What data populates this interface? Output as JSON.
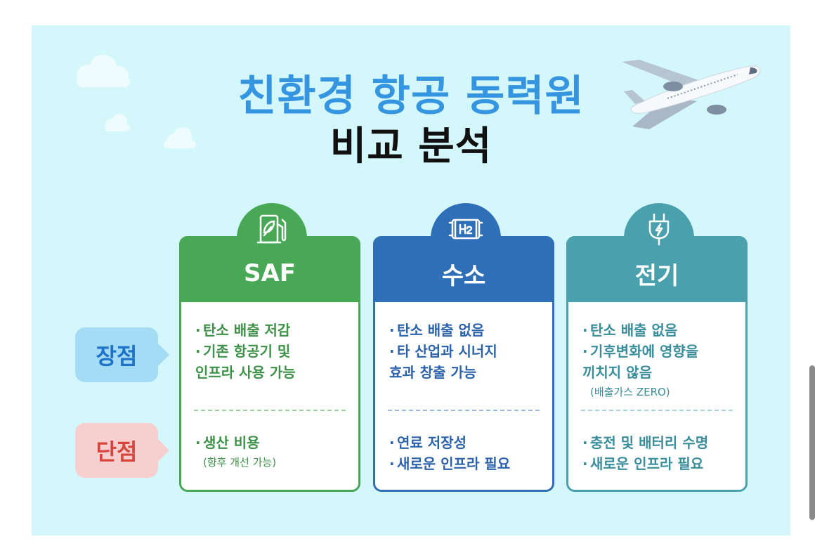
{
  "title": {
    "line1": "친환경 항공 동력원",
    "line2": "비교 분석"
  },
  "labels": {
    "pros": "장점",
    "cons": "단점"
  },
  "cards": [
    {
      "title": "SAF",
      "icon": "fuel-pump-leaf-icon",
      "color": "#48a855",
      "pros": [
        {
          "text": "탄소 배출 저감"
        },
        {
          "text": "기존 항공기 및",
          "cont": "인프라 사용 가능"
        }
      ],
      "cons": [
        {
          "text": "생산 비용",
          "note": "(향후 개선 가능)"
        }
      ]
    },
    {
      "title": "수소",
      "icon": "hydrogen-tank-icon",
      "color": "#2f6fb8",
      "pros": [
        {
          "text": "탄소 배출 없음"
        },
        {
          "text": "타 산업과 시너지",
          "cont": "효과 창출 가능"
        }
      ],
      "cons": [
        {
          "text": "연료 저장성"
        },
        {
          "text": "새로운 인프라 필요"
        }
      ]
    },
    {
      "title": "전기",
      "icon": "electric-plug-icon",
      "color": "#4aa0ad",
      "pros": [
        {
          "text": "탄소 배출 없음"
        },
        {
          "text": "기후변화에 영향을",
          "cont": "끼치지 않음",
          "note": "(배출가스 ZERO)"
        }
      ],
      "cons": [
        {
          "text": "충전 및 배터리 수명"
        },
        {
          "text": "새로운 인프라 필요"
        }
      ]
    }
  ],
  "bullet": "·",
  "colors": {
    "background": "#d3f7fa",
    "title_accent": "#3595e0",
    "pros_bubble": "#a4dbf5",
    "cons_bubble": "#f7cfcf"
  }
}
